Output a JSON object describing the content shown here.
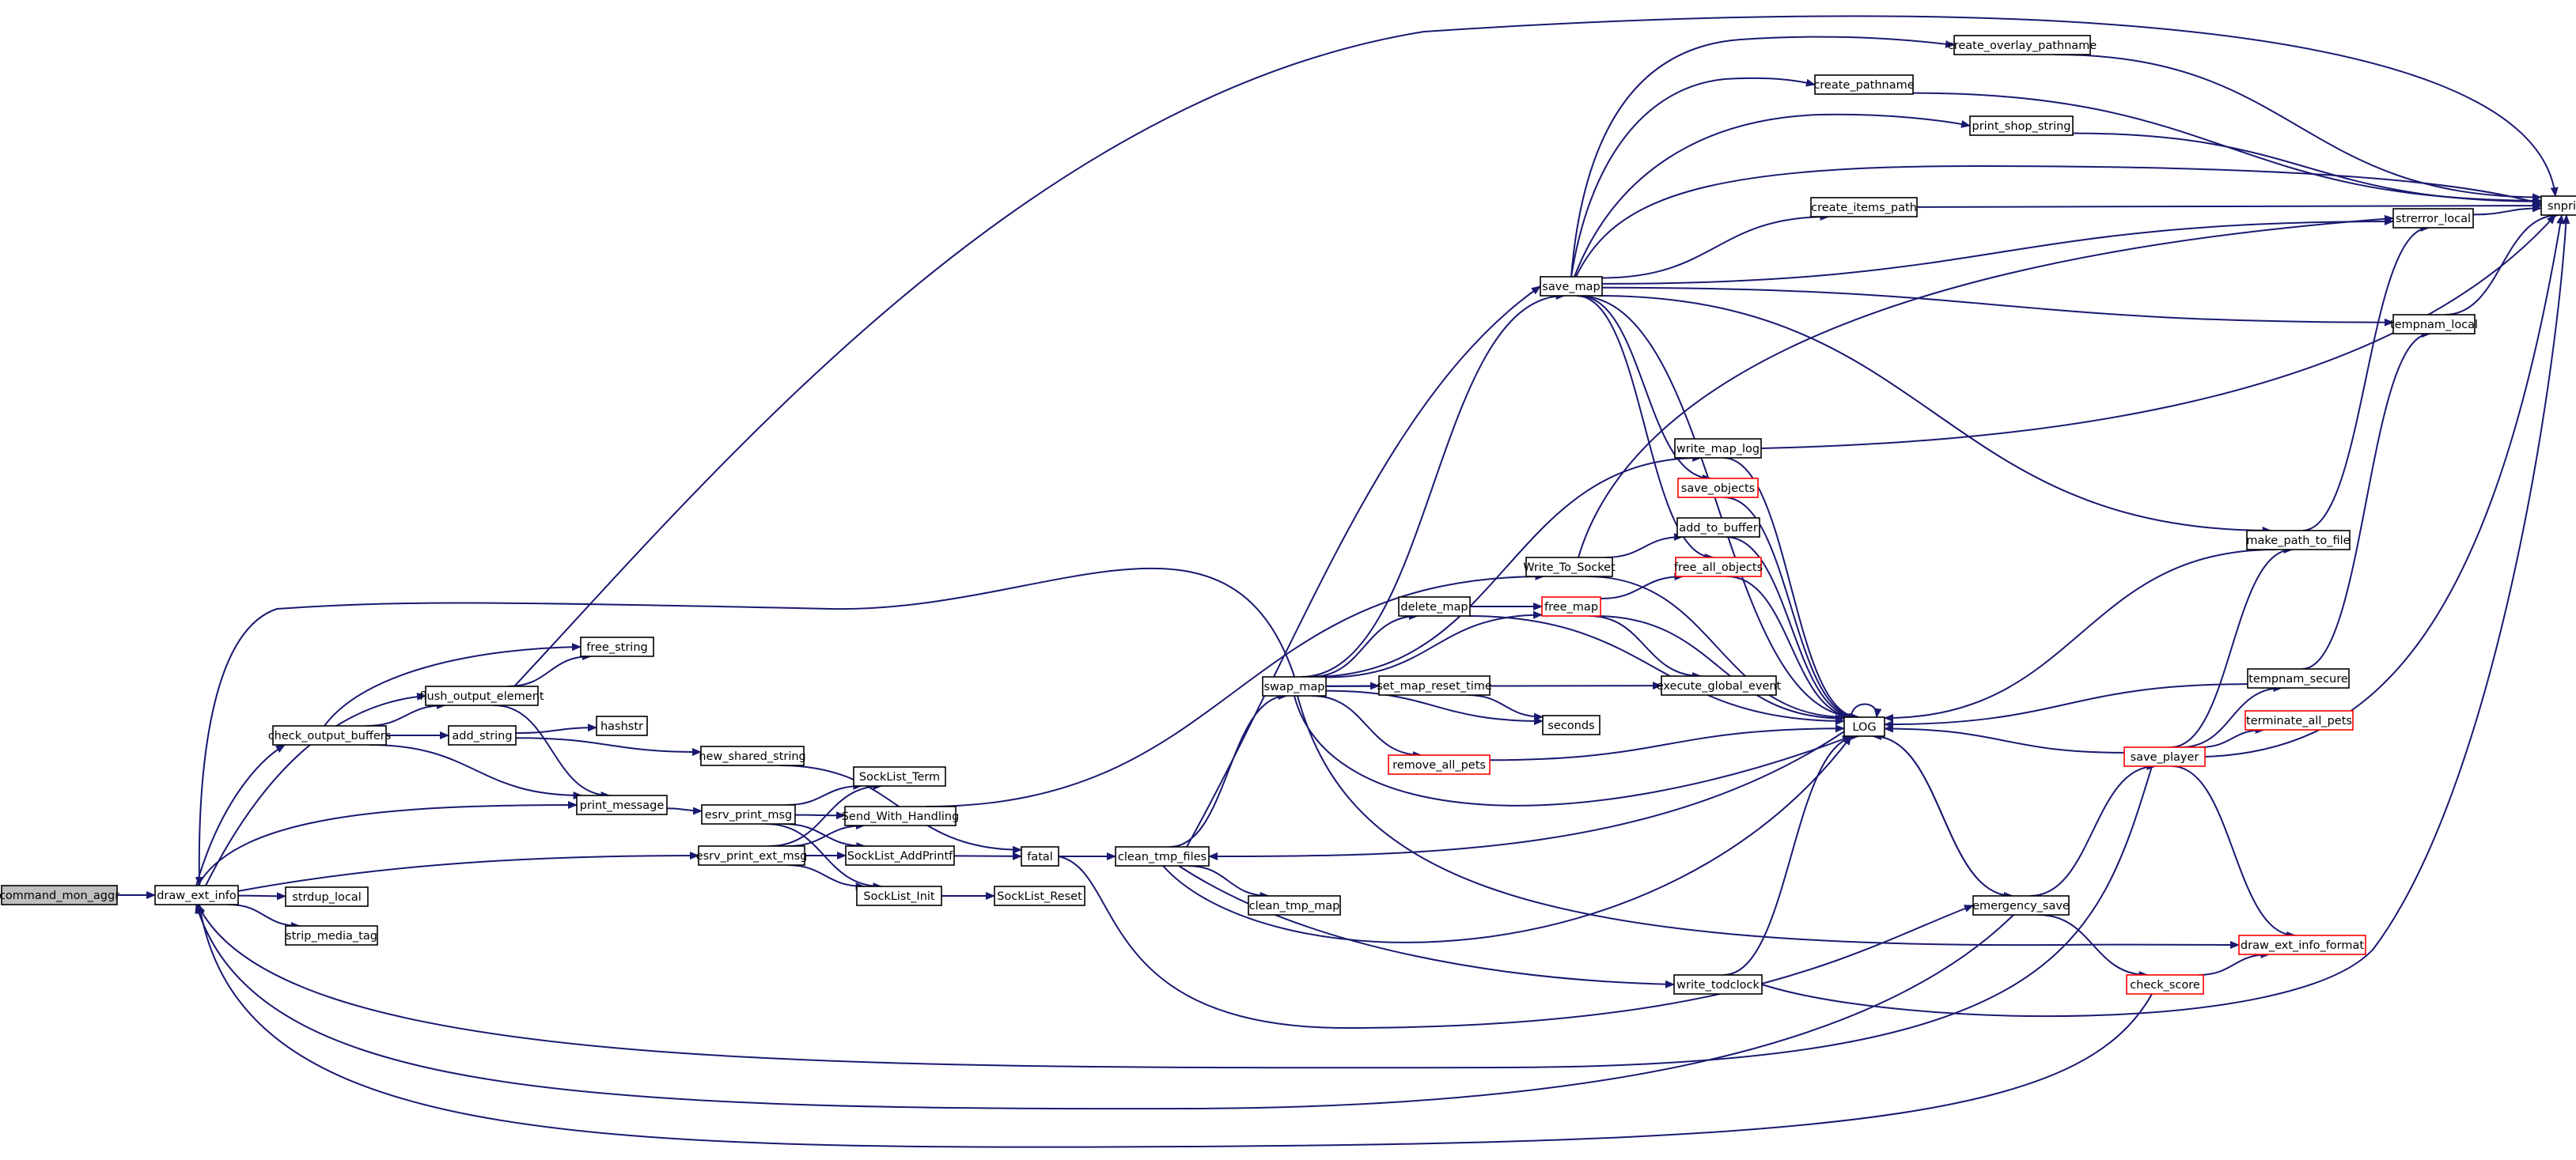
{
  "colors": {
    "edge": "#191970",
    "node_border": "#000000",
    "truncated_border": "#ff0000",
    "root_fill": "#bfbfbf",
    "node_fill": "#ffffff",
    "text": "#000000"
  },
  "graph": {
    "root": "command_mon_aggr",
    "nodes": [
      {
        "id": "command_mon_aggr",
        "label": "command_mon_aggr",
        "kind": "root"
      },
      {
        "id": "draw_ext_info",
        "label": "draw_ext_info",
        "kind": "normal"
      },
      {
        "id": "strdup_local",
        "label": "strdup_local",
        "kind": "normal"
      },
      {
        "id": "strip_media_tag",
        "label": "strip_media_tag",
        "kind": "normal"
      },
      {
        "id": "check_output_buffers",
        "label": "check_output_buffers",
        "kind": "normal"
      },
      {
        "id": "flush_output_element",
        "label": "flush_output_element",
        "kind": "normal"
      },
      {
        "id": "free_string",
        "label": "free_string",
        "kind": "normal"
      },
      {
        "id": "add_string",
        "label": "add_string",
        "kind": "normal"
      },
      {
        "id": "hashstr",
        "label": "hashstr",
        "kind": "normal"
      },
      {
        "id": "new_shared_string",
        "label": "new_shared_string",
        "kind": "normal"
      },
      {
        "id": "print_message",
        "label": "print_message",
        "kind": "normal"
      },
      {
        "id": "esrv_print_msg",
        "label": "esrv_print_msg",
        "kind": "normal"
      },
      {
        "id": "esrv_print_ext_msg",
        "label": "esrv_print_ext_msg",
        "kind": "normal"
      },
      {
        "id": "SockList_Term",
        "label": "SockList_Term",
        "kind": "normal"
      },
      {
        "id": "Send_With_Handling",
        "label": "Send_With_Handling",
        "kind": "normal"
      },
      {
        "id": "SockList_AddPrintf",
        "label": "SockList_AddPrintf",
        "kind": "normal"
      },
      {
        "id": "SockList_Init",
        "label": "SockList_Init",
        "kind": "normal"
      },
      {
        "id": "SockList_Reset",
        "label": "SockList_Reset",
        "kind": "normal"
      },
      {
        "id": "fatal",
        "label": "fatal",
        "kind": "normal"
      },
      {
        "id": "clean_tmp_files",
        "label": "clean_tmp_files",
        "kind": "normal"
      },
      {
        "id": "clean_tmp_map",
        "label": "clean_tmp_map",
        "kind": "normal"
      },
      {
        "id": "swap_map",
        "label": "swap_map",
        "kind": "normal"
      },
      {
        "id": "delete_map",
        "label": "delete_map",
        "kind": "normal"
      },
      {
        "id": "set_map_reset_time",
        "label": "set_map_reset_time",
        "kind": "normal"
      },
      {
        "id": "seconds",
        "label": "seconds",
        "kind": "normal"
      },
      {
        "id": "remove_all_pets",
        "label": "remove_all_pets",
        "kind": "truncated"
      },
      {
        "id": "free_map",
        "label": "free_map",
        "kind": "truncated"
      },
      {
        "id": "execute_global_event",
        "label": "execute_global_event",
        "kind": "normal"
      },
      {
        "id": "Write_To_Socket",
        "label": "Write_To_Socket",
        "kind": "normal"
      },
      {
        "id": "add_to_buffer",
        "label": "add_to_buffer",
        "kind": "normal"
      },
      {
        "id": "free_all_objects",
        "label": "free_all_objects",
        "kind": "truncated"
      },
      {
        "id": "save_objects",
        "label": "save_objects",
        "kind": "truncated"
      },
      {
        "id": "write_map_log",
        "label": "write_map_log",
        "kind": "normal"
      },
      {
        "id": "save_map",
        "label": "save_map",
        "kind": "normal"
      },
      {
        "id": "create_overlay_pathname",
        "label": "create_overlay_pathname",
        "kind": "normal"
      },
      {
        "id": "create_pathname",
        "label": "create_pathname",
        "kind": "normal"
      },
      {
        "id": "print_shop_string",
        "label": "print_shop_string",
        "kind": "normal"
      },
      {
        "id": "create_items_path",
        "label": "create_items_path",
        "kind": "normal"
      },
      {
        "id": "LOG",
        "label": "LOG",
        "kind": "normal"
      },
      {
        "id": "write_todclock",
        "label": "write_todclock",
        "kind": "normal"
      },
      {
        "id": "emergency_save",
        "label": "emergency_save",
        "kind": "normal"
      },
      {
        "id": "check_score",
        "label": "check_score",
        "kind": "truncated"
      },
      {
        "id": "save_player",
        "label": "save_player",
        "kind": "truncated"
      },
      {
        "id": "draw_ext_info_format",
        "label": "draw_ext_info_format",
        "kind": "truncated"
      },
      {
        "id": "make_path_to_file",
        "label": "make_path_to_file",
        "kind": "normal"
      },
      {
        "id": "tempnam_secure",
        "label": "tempnam_secure",
        "kind": "normal"
      },
      {
        "id": "terminate_all_pets",
        "label": "terminate_all_pets",
        "kind": "truncated"
      },
      {
        "id": "strerror_local",
        "label": "strerror_local",
        "kind": "normal"
      },
      {
        "id": "tempnam_local",
        "label": "tempnam_local",
        "kind": "normal"
      },
      {
        "id": "snprintf",
        "label": "snprintf",
        "kind": "normal"
      }
    ],
    "edges": [
      [
        "command_mon_aggr",
        "draw_ext_info"
      ],
      [
        "draw_ext_info",
        "strdup_local"
      ],
      [
        "draw_ext_info",
        "strip_media_tag"
      ],
      [
        "draw_ext_info",
        "check_output_buffers"
      ],
      [
        "draw_ext_info",
        "print_message"
      ],
      [
        "draw_ext_info",
        "esrv_print_ext_msg"
      ],
      [
        "draw_ext_info",
        "flush_output_element"
      ],
      [
        "check_output_buffers",
        "flush_output_element"
      ],
      [
        "check_output_buffers",
        "free_string"
      ],
      [
        "check_output_buffers",
        "add_string"
      ],
      [
        "check_output_buffers",
        "print_message"
      ],
      [
        "flush_output_element",
        "free_string"
      ],
      [
        "flush_output_element",
        "print_message"
      ],
      [
        "flush_output_element",
        "snprintf"
      ],
      [
        "add_string",
        "hashstr"
      ],
      [
        "add_string",
        "new_shared_string"
      ],
      [
        "new_shared_string",
        "fatal"
      ],
      [
        "print_message",
        "esrv_print_msg"
      ],
      [
        "esrv_print_msg",
        "SockList_Term"
      ],
      [
        "esrv_print_msg",
        "Send_With_Handling"
      ],
      [
        "esrv_print_msg",
        "SockList_AddPrintf"
      ],
      [
        "esrv_print_msg",
        "SockList_Init"
      ],
      [
        "esrv_print_ext_msg",
        "SockList_Term"
      ],
      [
        "esrv_print_ext_msg",
        "Send_With_Handling"
      ],
      [
        "esrv_print_ext_msg",
        "SockList_AddPrintf"
      ],
      [
        "esrv_print_ext_msg",
        "SockList_Init"
      ],
      [
        "SockList_Init",
        "SockList_Reset"
      ],
      [
        "SockList_AddPrintf",
        "fatal"
      ],
      [
        "Send_With_Handling",
        "Write_To_Socket"
      ],
      [
        "fatal",
        "clean_tmp_files"
      ],
      [
        "fatal",
        "emergency_save"
      ],
      [
        "clean_tmp_files",
        "clean_tmp_map"
      ],
      [
        "clean_tmp_files",
        "swap_map"
      ],
      [
        "clean_tmp_files",
        "save_map"
      ],
      [
        "clean_tmp_files",
        "write_todclock"
      ],
      [
        "clean_tmp_files",
        "LOG"
      ],
      [
        "swap_map",
        "delete_map"
      ],
      [
        "swap_map",
        "set_map_reset_time"
      ],
      [
        "swap_map",
        "seconds"
      ],
      [
        "swap_map",
        "remove_all_pets"
      ],
      [
        "swap_map",
        "free_map"
      ],
      [
        "swap_map",
        "execute_global_event"
      ],
      [
        "swap_map",
        "save_map"
      ],
      [
        "swap_map",
        "write_map_log"
      ],
      [
        "swap_map",
        "LOG"
      ],
      [
        "swap_map",
        "draw_ext_info_format"
      ],
      [
        "swap_map",
        "draw_ext_info"
      ],
      [
        "delete_map",
        "free_map"
      ],
      [
        "delete_map",
        "LOG"
      ],
      [
        "set_map_reset_time",
        "seconds"
      ],
      [
        "remove_all_pets",
        "LOG"
      ],
      [
        "free_map",
        "free_all_objects"
      ],
      [
        "free_map",
        "execute_global_event"
      ],
      [
        "free_map",
        "LOG"
      ],
      [
        "Write_To_Socket",
        "add_to_buffer"
      ],
      [
        "Write_To_Socket",
        "strerror_local"
      ],
      [
        "Write_To_Socket",
        "LOG"
      ],
      [
        "add_to_buffer",
        "LOG"
      ],
      [
        "free_all_objects",
        "LOG"
      ],
      [
        "save_objects",
        "LOG"
      ],
      [
        "write_map_log",
        "LOG"
      ],
      [
        "write_map_log",
        "snprintf"
      ],
      [
        "save_map",
        "create_overlay_pathname"
      ],
      [
        "save_map",
        "create_pathname"
      ],
      [
        "save_map",
        "print_shop_string"
      ],
      [
        "save_map",
        "create_items_path"
      ],
      [
        "save_map",
        "snprintf"
      ],
      [
        "save_map",
        "strerror_local"
      ],
      [
        "save_map",
        "tempnam_local"
      ],
      [
        "save_map",
        "save_objects"
      ],
      [
        "save_map",
        "free_all_objects"
      ],
      [
        "save_map",
        "make_path_to_file"
      ],
      [
        "save_map",
        "LOG"
      ],
      [
        "create_overlay_pathname",
        "snprintf"
      ],
      [
        "create_pathname",
        "snprintf"
      ],
      [
        "print_shop_string",
        "snprintf"
      ],
      [
        "create_items_path",
        "snprintf"
      ],
      [
        "LOG",
        "clean_tmp_files"
      ],
      [
        "LOG",
        "emergency_save"
      ],
      [
        "LOG",
        "LOG"
      ],
      [
        "write_todclock",
        "LOG"
      ],
      [
        "write_todclock",
        "snprintf"
      ],
      [
        "emergency_save",
        "LOG"
      ],
      [
        "emergency_save",
        "save_player"
      ],
      [
        "emergency_save",
        "check_score"
      ],
      [
        "emergency_save",
        "draw_ext_info"
      ],
      [
        "check_score",
        "draw_ext_info_format"
      ],
      [
        "check_score",
        "draw_ext_info"
      ],
      [
        "save_player",
        "LOG"
      ],
      [
        "save_player",
        "make_path_to_file"
      ],
      [
        "save_player",
        "tempnam_secure"
      ],
      [
        "save_player",
        "terminate_all_pets"
      ],
      [
        "save_player",
        "draw_ext_info_format"
      ],
      [
        "save_player",
        "snprintf"
      ],
      [
        "save_player",
        "draw_ext_info"
      ],
      [
        "make_path_to_file",
        "LOG"
      ],
      [
        "make_path_to_file",
        "strerror_local"
      ],
      [
        "tempnam_secure",
        "LOG"
      ],
      [
        "tempnam_secure",
        "tempnam_local"
      ],
      [
        "strerror_local",
        "snprintf"
      ],
      [
        "tempnam_local",
        "snprintf"
      ]
    ]
  }
}
